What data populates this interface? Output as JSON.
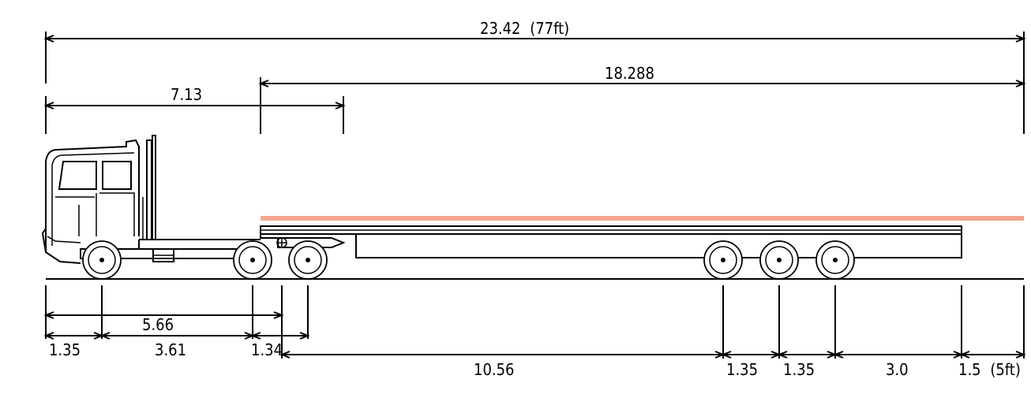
{
  "dimensions": {
    "overall_length": "23.42",
    "overall_length_ft": "(77ft)",
    "trailer_length": "18.288",
    "tractor_length": "7.13",
    "wheelbase": "5.66",
    "front_overhang": "1.35",
    "steer_to_drive": "3.61",
    "drive_spacing": "1.34",
    "kingpin_to_trailer_axle": "10.56",
    "trailer_axle_spacing_1": "1.35",
    "trailer_axle_spacing_2": "1.35",
    "rear_axle_to_end": "3.0",
    "rear_overhang": "1.5",
    "rear_overhang_ft": "(5ft)"
  },
  "colors": {
    "line": "#000000",
    "load_highlight": "#f4a58a",
    "background": "#ffffff"
  }
}
